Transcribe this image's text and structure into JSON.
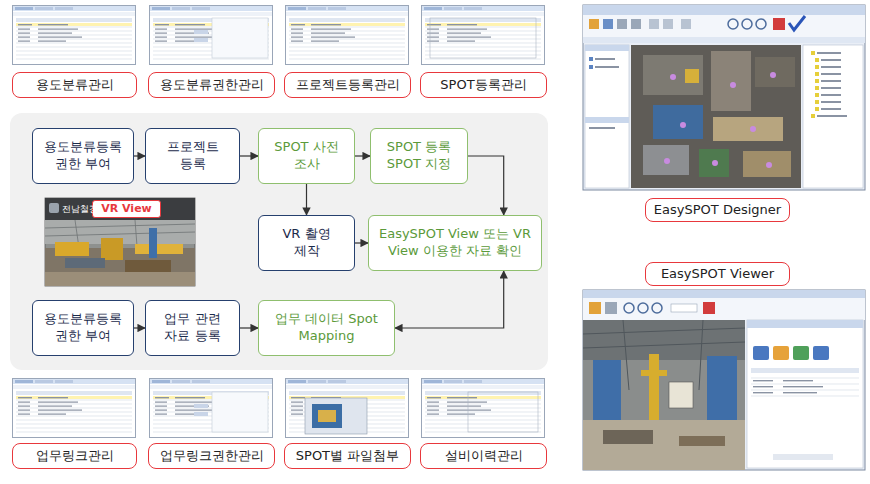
{
  "diagram": {
    "nodes": [
      {
        "text": [
          "용도분류관리"
        ]
      },
      {
        "text": [
          "용도분류권한관리"
        ]
      },
      {
        "text": [
          "프로젝트등록관리"
        ]
      },
      {
        "text": [
          "SPOT등록관리"
        ]
      },
      {
        "text": [
          "용도분류등록 권한 부여"
        ]
      },
      {
        "text": [
          "프로젝트 등록"
        ]
      },
      {
        "text": [
          "SPOT 사전조사"
        ]
      },
      {
        "text": [
          "SPOT 등록 SPOT 지정"
        ]
      },
      {
        "text": [
          "VR 촬영 제작"
        ]
      },
      {
        "text": [
          "EasySPOT View 또는 VR View 이용한 자료 확인"
        ]
      },
      {
        "text": [
          "용도분류등록 권한 부여"
        ]
      },
      {
        "text": [
          "업무 관련 자료 등록"
        ]
      },
      {
        "text": [
          "업무 데이터 Spot Mapping"
        ]
      },
      {
        "text": [
          "VR View"
        ]
      },
      {
        "text": [
          "업무링크관리"
        ]
      },
      {
        "text": [
          "업무링크권한관리"
        ]
      },
      {
        "text": [
          "SPOT별 파일첨부"
        ]
      },
      {
        "text": [
          "설비이력관리"
        ]
      },
      {
        "text": [
          "EasySPOT Designer"
        ]
      },
      {
        "text": [
          "EasySPOT Viewer"
        ]
      }
    ],
    "edges": [
      {
        "from": 4,
        "to": 5,
        "arrow": "to"
      },
      {
        "from": 5,
        "to": 6,
        "arrow": "to"
      },
      {
        "from": 6,
        "to": 7,
        "arrow": "to"
      },
      {
        "from": 7,
        "to": 9,
        "arrow": "to"
      },
      {
        "from": 6,
        "to": 8,
        "arrow": "to"
      },
      {
        "from": 8,
        "to": 9,
        "arrow": "to"
      },
      {
        "from": 10,
        "to": 11,
        "arrow": "to"
      },
      {
        "from": 11,
        "to": 12,
        "arrow": "to"
      },
      {
        "from": 12,
        "to": 9,
        "arrow": "both"
      }
    ],
    "labels": [
      "전남철강"
    ]
  }
}
